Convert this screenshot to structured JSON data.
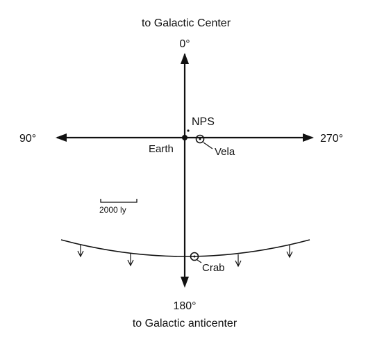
{
  "title_top": "to Galactic Center",
  "title_bottom": "to Galactic anticenter",
  "axes": {
    "up": "0°",
    "down": "180°",
    "left": "90°",
    "right": "270°"
  },
  "objects": {
    "earth": "Earth",
    "nps": "NPS",
    "vela": "Vela",
    "crab": "Crab"
  },
  "scale_bar": {
    "label": "2000 ly"
  },
  "colors": {
    "ink": "#111111",
    "background": "#ffffff"
  }
}
